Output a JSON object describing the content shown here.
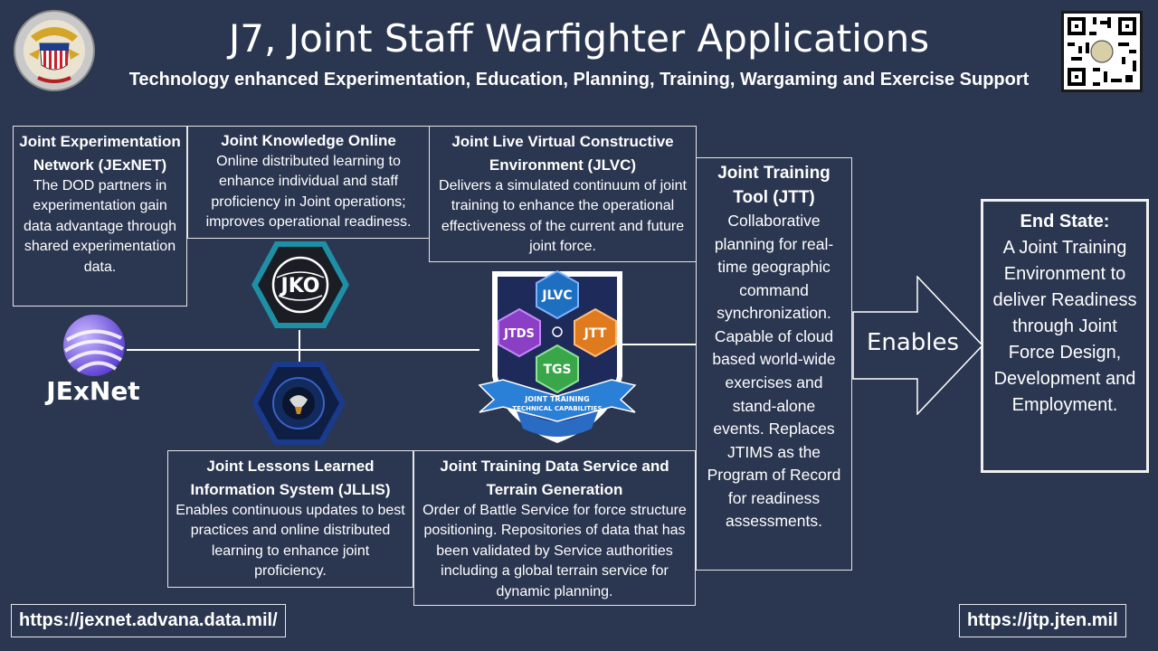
{
  "header": {
    "title": "J7, Joint Staff Warfighter Applications",
    "subtitle": "Technology enhanced Experimentation, Education, Planning, Training, Wargaming and Exercise Support"
  },
  "boxes": {
    "jexnet": {
      "heading": "Joint Experimentation Network (JExNET)",
      "body": "The DOD partners in experimentation gain data advantage through shared experimentation data."
    },
    "jko": {
      "heading": "Joint Knowledge Online",
      "body": "Online distributed learning to enhance individual and staff proficiency in Joint operations; improves operational readiness."
    },
    "jlvc": {
      "heading": "Joint Live Virtual Constructive Environment (JLVC)",
      "body": "Delivers a simulated continuum of joint training to enhance the operational effectiveness of the current and future joint force."
    },
    "jtt": {
      "heading": "Joint Training Tool (JTT)",
      "body": "Collaborative planning for real-time geographic command synchronization. Capable of cloud based world-wide exercises and stand-alone events. Replaces JTIMS as the Program of Record for readiness assessments."
    },
    "jllis": {
      "heading": "Joint Lessons Learned Information System (JLLIS)",
      "body": "Enables continuous updates to best practices and online distributed learning to enhance joint proficiency."
    },
    "jtds": {
      "heading": "Joint Training Data Service and Terrain Generation",
      "body": "Order of Battle Service for force structure  positioning. Repositories of data that has been validated by Service authorities including a global terrain service for dynamic planning."
    },
    "end_state": {
      "heading": "End State:",
      "body": "A Joint Training Environment to deliver Readiness through Joint Force Design, Development and Employment."
    }
  },
  "logos": {
    "jexnet_text": "JExNet",
    "jko_text": "JKO",
    "shield": {
      "jlvc": "JLVC",
      "jtds": "JTDS",
      "jtt": "JTT",
      "tgs": "TGS",
      "banner_line1": "JOINT TRAINING",
      "banner_line2": "TECHNICAL CAPABILITIES"
    }
  },
  "arrow_label": "Enables",
  "links": {
    "left": "https://jexnet.advana.data.mil/",
    "right": "https://jtp.jten.mil"
  },
  "colors": {
    "background": "#2b3650",
    "jlvc_hex": "#1f6fc0",
    "jtds_hex": "#8a3fc4",
    "jtt_hex": "#e07a1f",
    "tgs_hex": "#3aa64a"
  }
}
